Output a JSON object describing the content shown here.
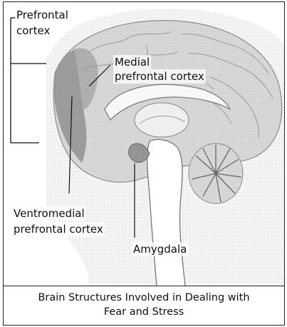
{
  "labels": {
    "prefrontal_line1": "Prefrontal",
    "prefrontal_line2": "cortex",
    "medial_line1": "Medial",
    "medial_line2": "prefrontal cortex",
    "ventromedial_line1": "Ventromedial",
    "ventromedial_line2": "prefrontal cortex",
    "amygdala": "Amygdala"
  },
  "caption": {
    "line1": "Brain Structures Involved in Dealing with",
    "line2": "Fear and Stress"
  }
}
